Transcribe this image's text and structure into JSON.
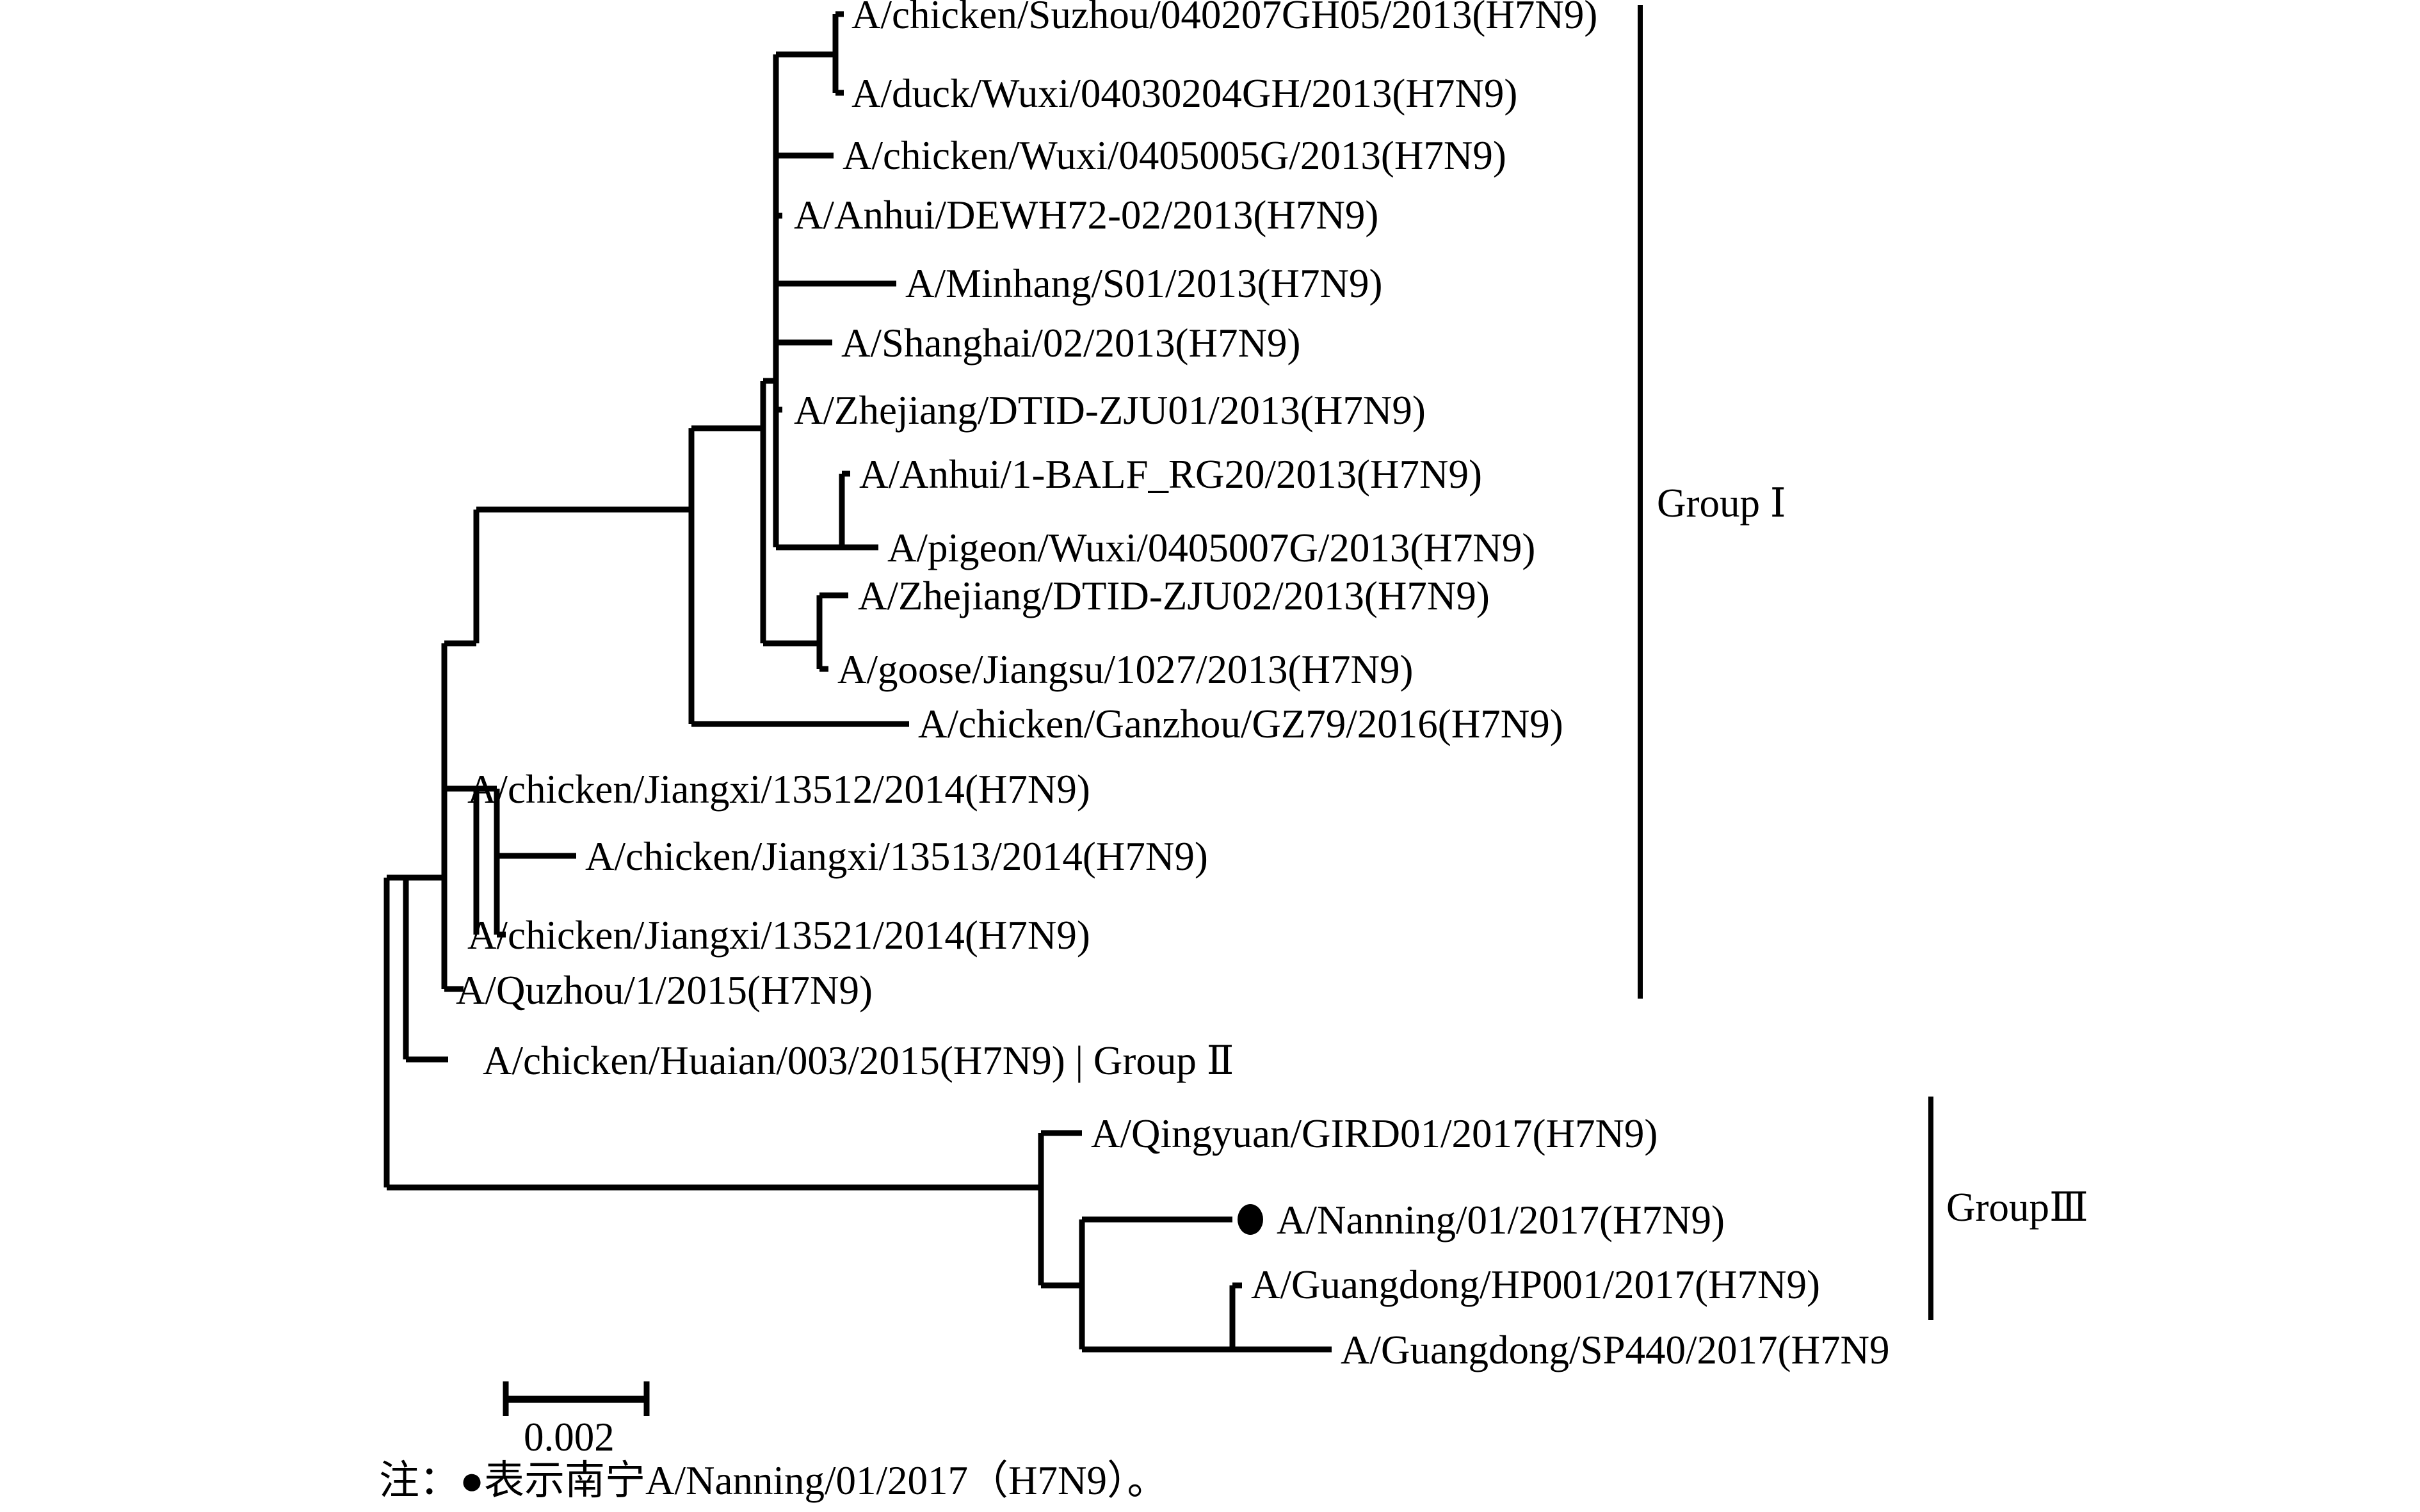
{
  "figure": {
    "type": "phylogenetic-tree",
    "title": "",
    "taxa": [
      {
        "id": "t1",
        "label": "A/chicken/Suzhou/040207GH05/2013(H7N9)",
        "group": "Group Ⅰ"
      },
      {
        "id": "t2",
        "label": "A/duck/Wuxi/04030204GH/2013(H7N9)",
        "group": "Group Ⅰ"
      },
      {
        "id": "t3",
        "label": "A/chicken/Wuxi/0405005G/2013(H7N9)",
        "group": "Group Ⅰ"
      },
      {
        "id": "t4",
        "label": "A/Anhui/DEWH72-02/2013(H7N9)",
        "group": "Group Ⅰ"
      },
      {
        "id": "t5",
        "label": "A/Minhang/S01/2013(H7N9)",
        "group": "Group Ⅰ"
      },
      {
        "id": "t6",
        "label": "A/Shanghai/02/2013(H7N9)",
        "group": "Group Ⅰ"
      },
      {
        "id": "t7",
        "label": "A/Zhejiang/DTID-ZJU01/2013(H7N9)",
        "group": "Group Ⅰ"
      },
      {
        "id": "t8",
        "label": "A/Anhui/1-BALF_RG20/2013(H7N9)",
        "group": "Group Ⅰ"
      },
      {
        "id": "t9",
        "label": "A/pigeon/Wuxi/0405007G/2013(H7N9)",
        "group": "Group Ⅰ"
      },
      {
        "id": "t10",
        "label": "A/Zhejiang/DTID-ZJU02/2013(H7N9)",
        "group": "Group Ⅰ"
      },
      {
        "id": "t11",
        "label": "A/goose/Jiangsu/1027/2013(H7N9)",
        "group": "Group Ⅰ"
      },
      {
        "id": "t12",
        "label": "A/chicken/Ganzhou/GZ79/2016(H7N9)",
        "group": "Group Ⅰ"
      },
      {
        "id": "t13",
        "label": "A/chicken/Jiangxi/13512/2014(H7N9)",
        "group": "Group Ⅰ"
      },
      {
        "id": "t14",
        "label": "A/chicken/Jiangxi/13513/2014(H7N9)",
        "group": "Group Ⅰ"
      },
      {
        "id": "t15",
        "label": "A/chicken/Jiangxi/13521/2014(H7N9)",
        "group": "Group Ⅰ"
      },
      {
        "id": "t16",
        "label": "A/Quzhou/1/2015(H7N9)",
        "group": "Group Ⅰ"
      },
      {
        "id": "t17",
        "label": "A/chicken/Huaian/003/2015(H7N9) | Group Ⅱ",
        "group": "Group Ⅱ"
      },
      {
        "id": "t18",
        "label": "A/Qingyuan/GIRD01/2017(H7N9)",
        "group": "GroupⅢ"
      },
      {
        "id": "t19",
        "label": "A/Nanning/01/2017(H7N9)",
        "group": "GroupⅢ",
        "marked": true
      },
      {
        "id": "t20",
        "label": "A/Guangdong/HP001/2017(H7N9)",
        "group": "GroupⅢ"
      },
      {
        "id": "t21",
        "label": "A/Guangdong/SP440/2017(H7N9",
        "group": "GroupⅢ"
      }
    ],
    "groups": [
      {
        "id": "g1",
        "label": "Group Ⅰ"
      },
      {
        "id": "g2",
        "label": "Group Ⅱ"
      },
      {
        "id": "g3",
        "label": "GroupⅢ"
      }
    ],
    "scale_bar": {
      "value": "0.002"
    },
    "note": "注：●表示南宁A/Nanning/01/2017（H7N9）。",
    "stroke_color": "#000000"
  }
}
